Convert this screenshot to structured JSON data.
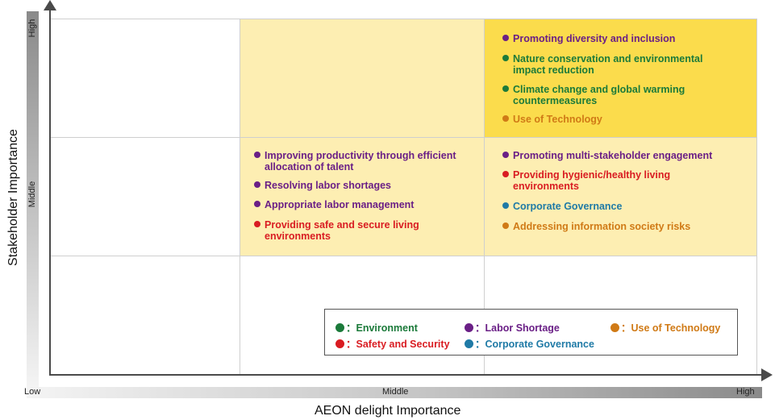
{
  "colors": {
    "environment": "#1b7a3a",
    "labor_shortage": "#6a1f86",
    "use_of_technology": "#d07a16",
    "safety_and_security": "#d91c22",
    "corporate_governance": "#1f7aa6",
    "high_high_cell": "#fbdc4c",
    "highlight_cell": "#fdeeb2"
  },
  "axes": {
    "y_title": "Stakeholder Importance",
    "x_title": "AEON delight Importance",
    "y_high": "High",
    "y_middle": "Middle",
    "x_low": "Low",
    "x_middle": "Middle",
    "x_high": "High"
  },
  "cells": {
    "high_high": [
      {
        "label": "Promoting diversity and inclusion",
        "category": "labor_shortage"
      },
      {
        "label_1": "Nature conservation and environmental",
        "label_2": "impact reduction",
        "category": "environment"
      },
      {
        "label_1": "Climate change and global warming",
        "label_2": "countermeasures",
        "category": "environment"
      },
      {
        "label": "Use of Technology",
        "category": "use_of_technology"
      }
    ],
    "middle_middle": [
      {
        "label_1": "Improving productivity through efficient",
        "label_2": "allocation of talent",
        "category": "labor_shortage"
      },
      {
        "label": "Resolving labor shortages",
        "category": "labor_shortage"
      },
      {
        "label": "Appropriate labor management",
        "category": "labor_shortage"
      },
      {
        "label_1": "Providing safe and secure living",
        "label_2": "environments",
        "category": "safety_and_security"
      }
    ],
    "middle_high": [
      {
        "label": "Promoting multi-stakeholder engagement",
        "category": "labor_shortage"
      },
      {
        "label_1": "Providing hygienic/healthy living",
        "label_2": "environments",
        "category": "safety_and_security"
      },
      {
        "label": "Corporate Governance",
        "category": "corporate_governance"
      },
      {
        "label": "Addressing information society risks",
        "category": "use_of_technology"
      }
    ]
  },
  "legend": {
    "environment": "：Environment",
    "labor_shortage": "：Labor Shortage",
    "use_of_technology": "：Use of Technology",
    "safety_and_security": "：Safety and Security",
    "corporate_governance": "：Corporate Governance"
  }
}
